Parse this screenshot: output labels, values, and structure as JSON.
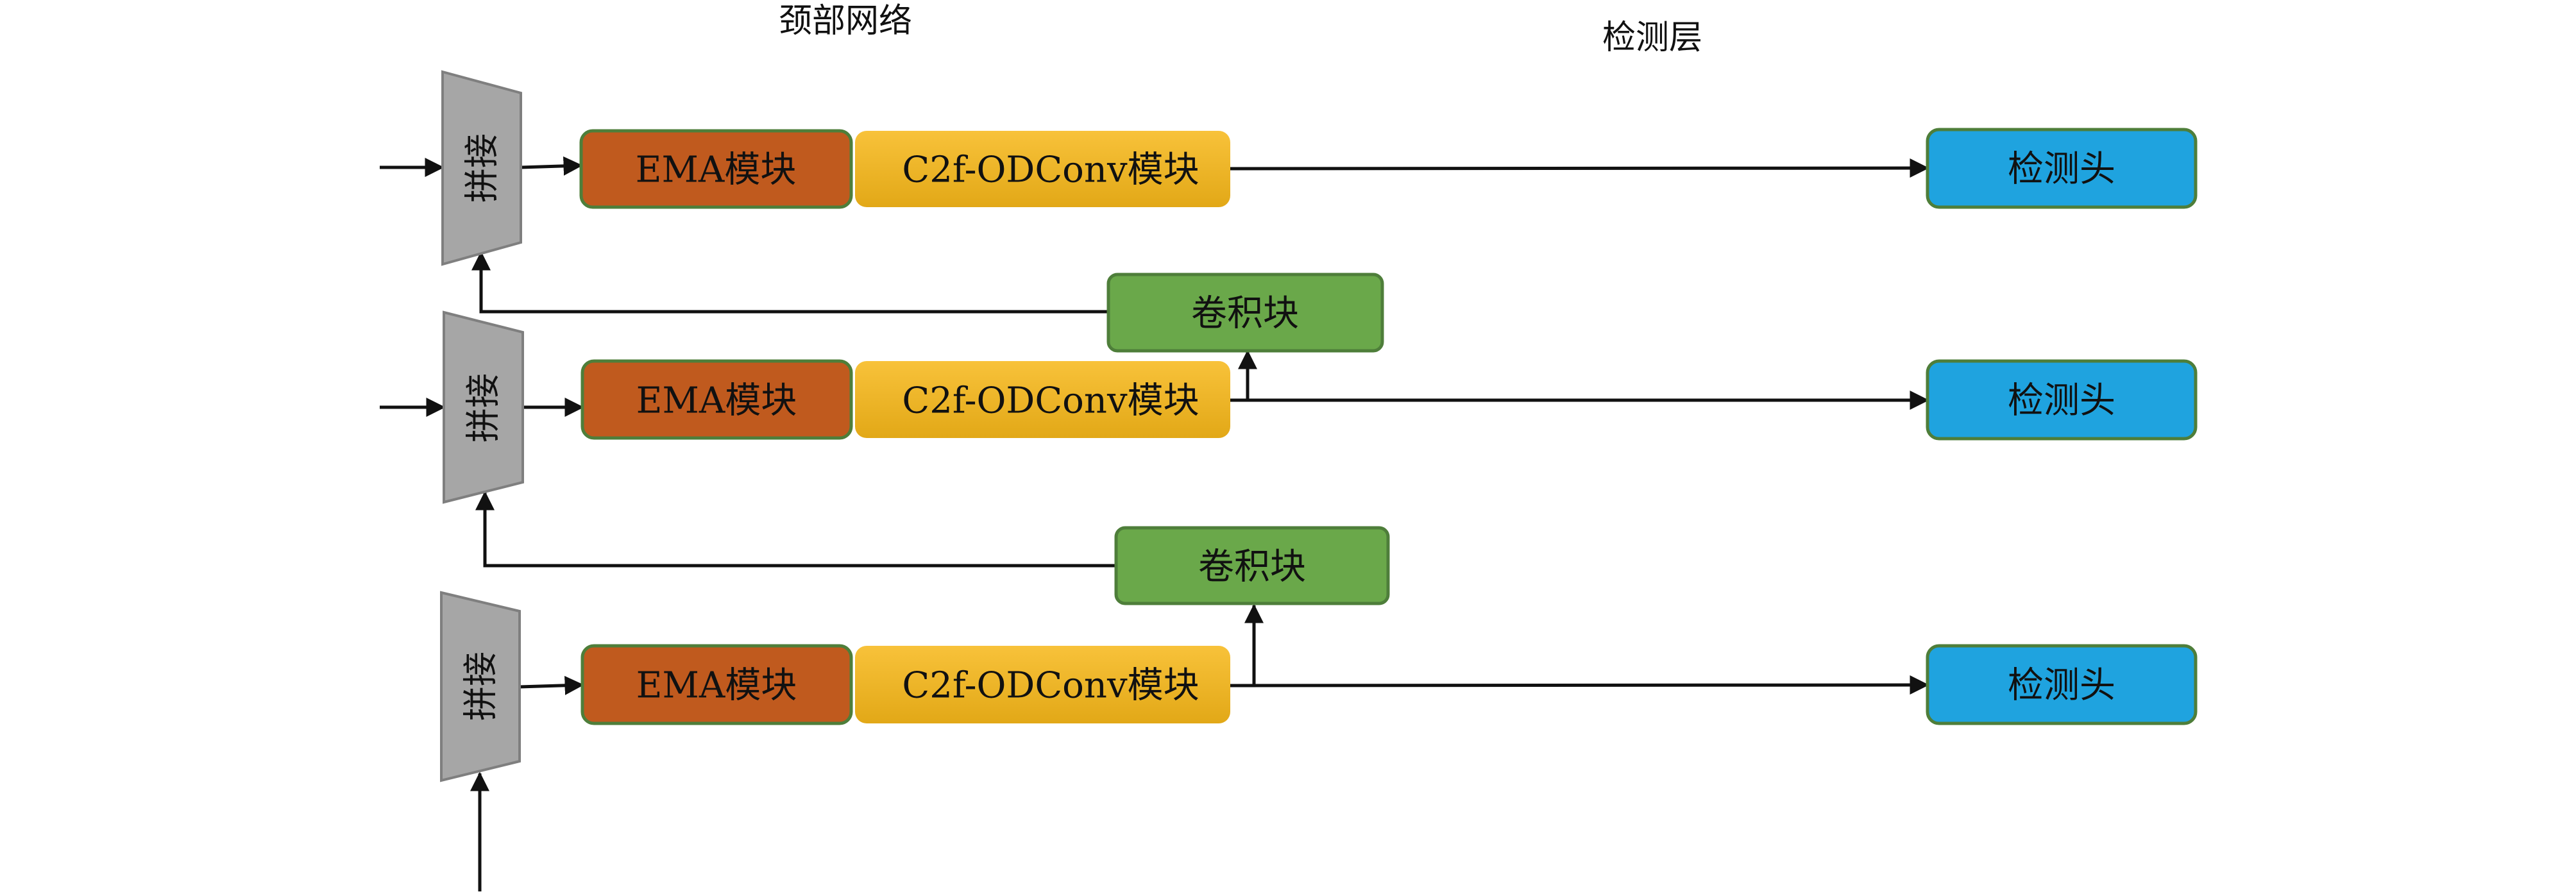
{
  "titles": {
    "neck": "颈部网络",
    "detect": "检测层"
  },
  "labels": {
    "concat": "拼接",
    "ema": "EMA模块",
    "c2f": "C2f-ODConv模块",
    "conv": "卷积块",
    "head": "检测头"
  },
  "colors": {
    "concat_fill": "#a6a6a6",
    "concat_stroke": "#7f7f7f",
    "ema_fill": "#c05a1e",
    "ema_stroke": "#4e7e3a",
    "c2f_fill_top": "#f8c23a",
    "c2f_fill_bottom": "#e2a817",
    "conv_fill": "#6aa84a",
    "conv_stroke": "#4e7e3a",
    "head_fill": "#1fa3df",
    "head_stroke": "#4e7e3a",
    "edge": "#111111"
  },
  "rows": [
    {
      "concat": "拼接",
      "ema": "EMA模块",
      "c2f": "C2f-ODConv模块",
      "head": "检测头"
    },
    {
      "concat": "拼接",
      "ema": "EMA模块",
      "c2f": "C2f-ODConv模块",
      "head": "检测头"
    },
    {
      "concat": "拼接",
      "ema": "EMA模块",
      "c2f": "C2f-ODConv模块",
      "head": "检测头"
    }
  ],
  "conv_blocks": [
    {
      "label": "卷积块"
    },
    {
      "label": "卷积块"
    }
  ]
}
